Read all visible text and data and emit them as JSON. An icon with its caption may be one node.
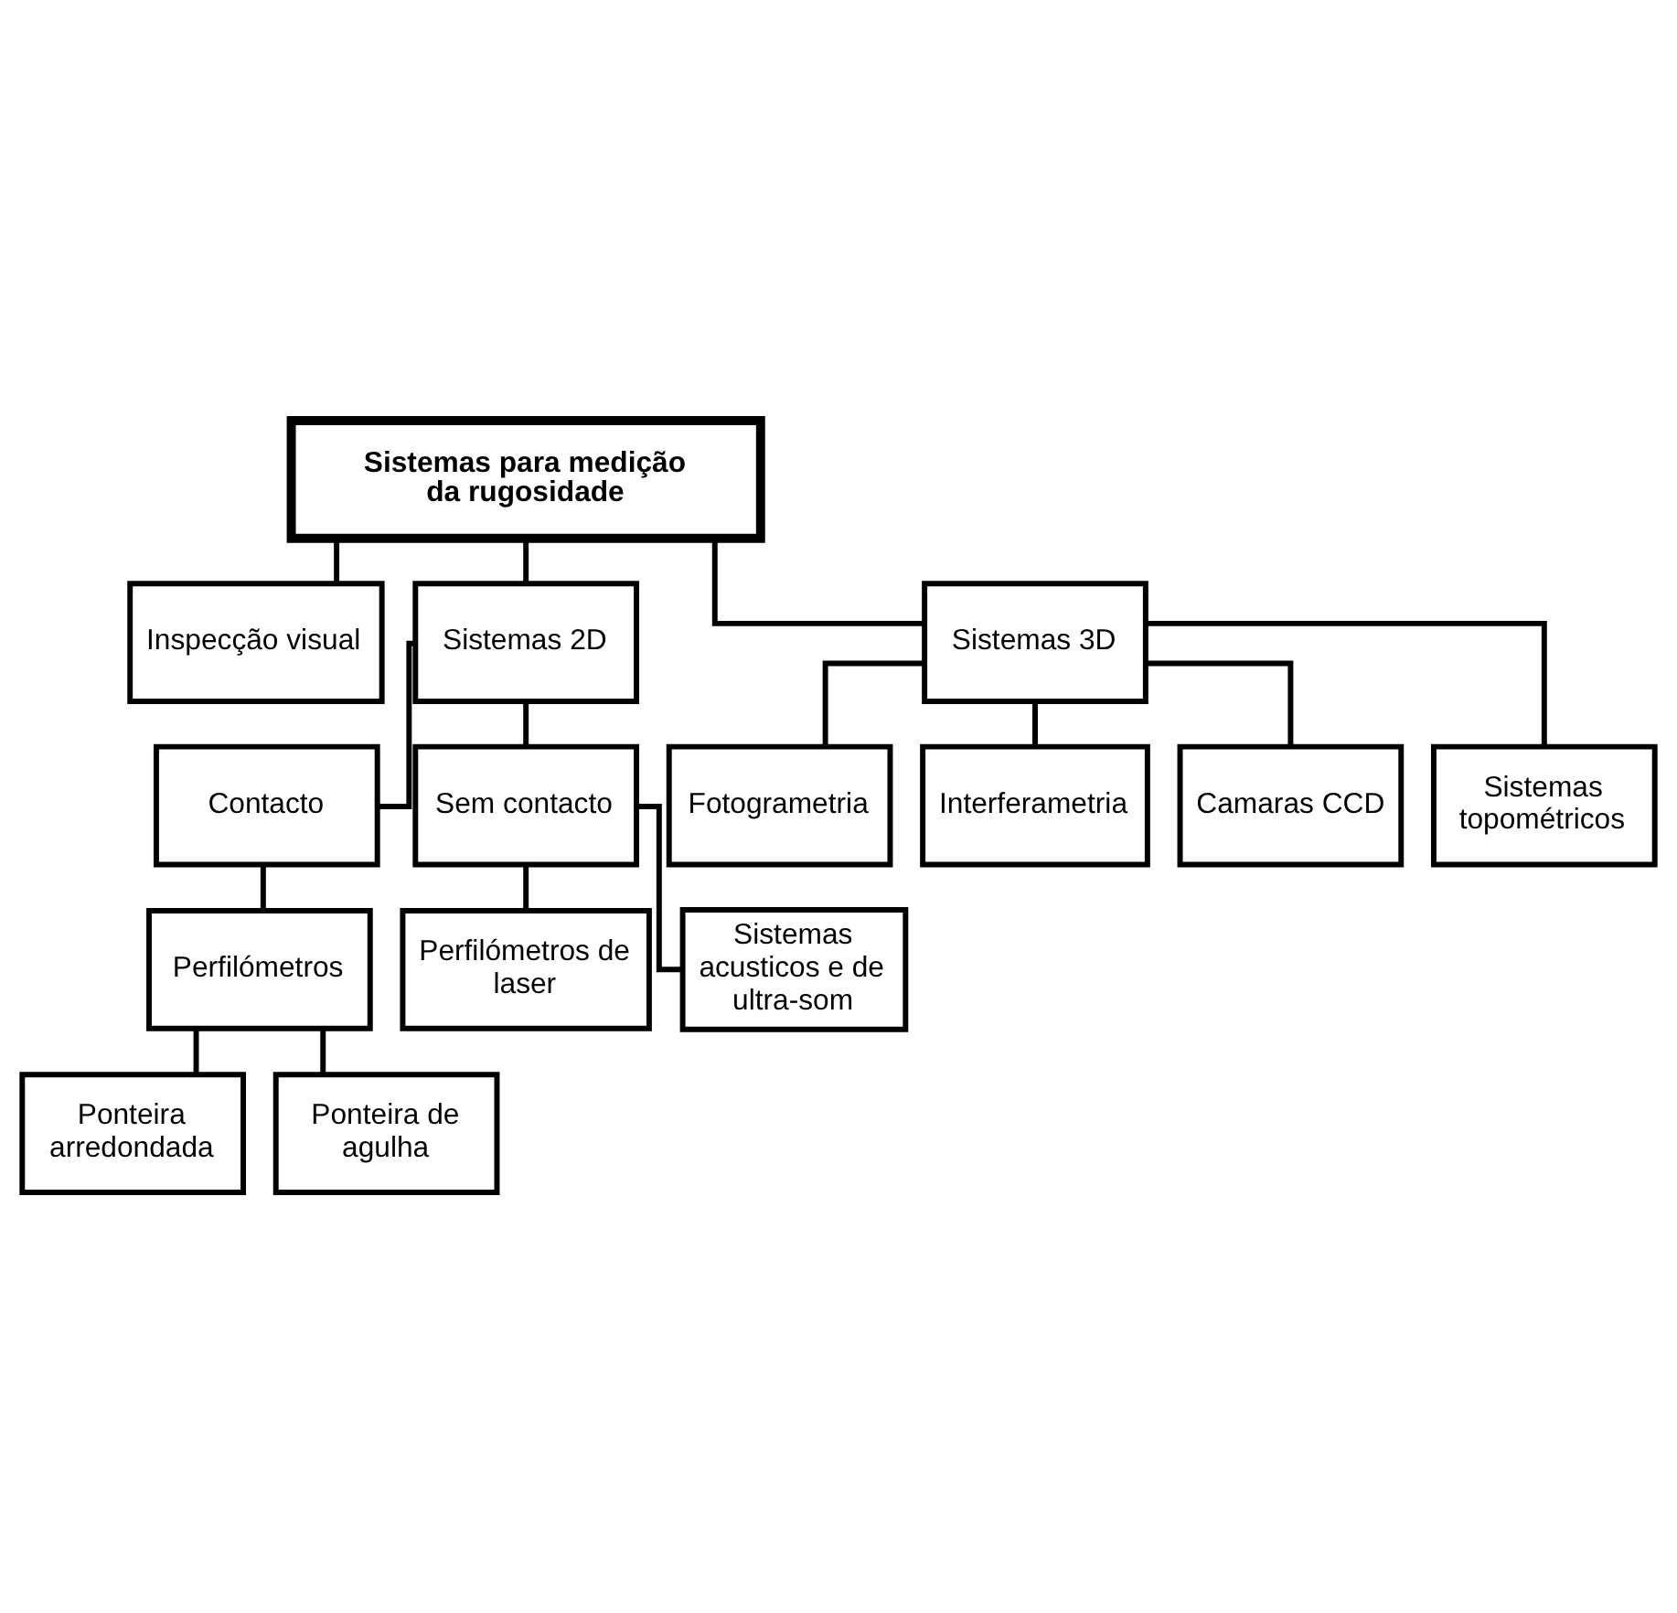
{
  "diagram": {
    "nodes": [
      {
        "text": [
          "Sistemas para medição da rugosidade"
        ]
      },
      {
        "text": [
          "Inspecção visual"
        ]
      },
      {
        "text": [
          "Sistemas 2D"
        ]
      },
      {
        "text": [
          "Sistemas 3D"
        ]
      },
      {
        "text": [
          "Contacto"
        ]
      },
      {
        "text": [
          "Sem contacto"
        ]
      },
      {
        "text": [
          "Perfilómetros"
        ]
      },
      {
        "text": [
          "Perfilómetros de laser"
        ]
      },
      {
        "text": [
          "Sistemas acusticos e de ultra-som"
        ]
      },
      {
        "text": [
          "Ponteira arredondada"
        ]
      },
      {
        "text": [
          "Ponteira de agulha"
        ]
      },
      {
        "text": [
          "Fotogrametria"
        ]
      },
      {
        "text": [
          "Interferametria"
        ]
      },
      {
        "text": [
          "Camaras CCD"
        ]
      },
      {
        "text": [
          "Sistemas topométricos"
        ]
      }
    ],
    "edges": [
      {
        "from": 0,
        "to": 1,
        "arrow": "none"
      },
      {
        "from": 0,
        "to": 2,
        "arrow": "none"
      },
      {
        "from": 0,
        "to": 3,
        "arrow": "none"
      },
      {
        "from": 2,
        "to": 4,
        "arrow": "none"
      },
      {
        "from": 2,
        "to": 5,
        "arrow": "none"
      },
      {
        "from": 4,
        "to": 6,
        "arrow": "none"
      },
      {
        "from": 5,
        "to": 7,
        "arrow": "none"
      },
      {
        "from": 5,
        "to": 8,
        "arrow": "none"
      },
      {
        "from": 6,
        "to": 9,
        "arrow": "none"
      },
      {
        "from": 6,
        "to": 10,
        "arrow": "none"
      },
      {
        "from": 3,
        "to": 11,
        "arrow": "none"
      },
      {
        "from": 3,
        "to": 12,
        "arrow": "none"
      },
      {
        "from": 3,
        "to": 13,
        "arrow": "none"
      },
      {
        "from": 3,
        "to": 14,
        "arrow": "none"
      }
    ]
  }
}
